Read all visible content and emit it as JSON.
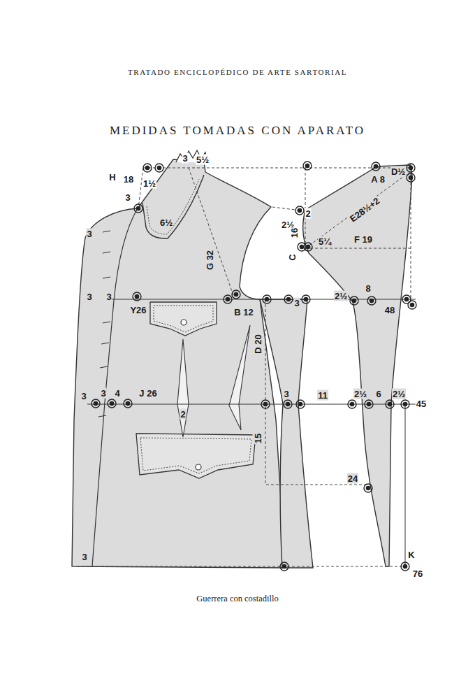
{
  "diagram": {
    "title": "MEDIDAS TOMADAS CON APARATO",
    "caption": "Guerrera con costadillo",
    "labels": [
      "TRATADO ENCICLOPÉDICO DE ARTE SARTORIAL",
      "3",
      "5½",
      "H",
      "18",
      "1½",
      "3",
      "6½",
      "2",
      "2½",
      "16",
      "E28½+2",
      "5¼",
      "F 19",
      "C",
      "A 8",
      "D½",
      "G 32",
      "3",
      "3",
      "3",
      "Y26",
      "B 12",
      "3",
      "2½",
      "8",
      "48",
      "D 20",
      "3",
      "3",
      "4",
      "J 26",
      "2",
      "3",
      "11",
      "2½",
      "6",
      "2½",
      "45",
      "15",
      "24",
      "3",
      "K",
      "76"
    ]
  }
}
